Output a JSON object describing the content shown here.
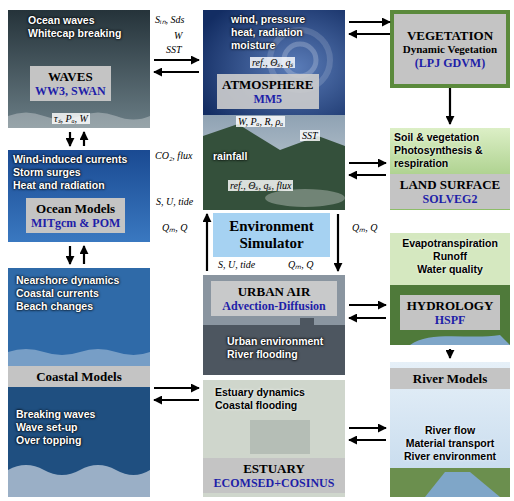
{
  "diagram": {
    "nodes": [
      {
        "text": [
          "Ocean waves",
          "Whitecap breaking"
        ]
      },
      {
        "text": [
          "WAVES",
          "WW3, SWAN"
        ],
        "in": 0
      },
      {
        "text": [
          "wind, pressure",
          "heat, radiation",
          "moisture",
          "rainfall"
        ]
      },
      {
        "text": [
          "ATMOSPHERE",
          "MM5"
        ],
        "in": 2
      },
      {
        "text": [
          "VEGETATION",
          "Dynamic Vegetation",
          "(LPJ GDVM)"
        ]
      },
      {
        "text": [
          "Wind-induced currents",
          "Storm surges",
          "Heat and radiation"
        ]
      },
      {
        "text": [
          "Ocean Models",
          "MITgcm & POM"
        ],
        "in": 5
      },
      {
        "text": [
          "Soil & vegetation",
          "Photosynthesis & respiration"
        ]
      },
      {
        "text": [
          "LAND SURFACE",
          "SOLVEG2"
        ],
        "in": 7
      },
      {
        "text": [
          "Environment Simulator"
        ]
      },
      {
        "text": [
          "Evapotranspiration",
          "Runoff",
          "Water quality"
        ]
      },
      {
        "text": [
          "HYDROLOGY",
          "HSPF"
        ],
        "in": 10
      },
      {
        "text": [
          "Nearshore dynamics",
          "Coastal currents",
          "Beach changes",
          "Breaking waves",
          "Wave set-up",
          "Over topping"
        ]
      },
      {
        "text": [
          "Coastal Models"
        ],
        "in": 12
      },
      {
        "text": [
          "Urban environment",
          "River flooding"
        ]
      },
      {
        "text": [
          "URBAN AIR",
          "Advection-Diffusion"
        ],
        "in": 14
      },
      {
        "text": [
          "River flow",
          "Material transport",
          "River environment"
        ]
      },
      {
        "text": [
          "River Models"
        ],
        "in": 16
      },
      {
        "text": [
          "Estuary dynamics",
          "Coastal flooding"
        ]
      },
      {
        "text": [
          "ESTUARY",
          "ECOMSED+COSINUS"
        ],
        "in": 18
      }
    ],
    "edges": [
      {
        "from": 0,
        "to": 2,
        "arrow": "to"
      },
      {
        "from": 2,
        "to": 0,
        "arrow": "to"
      },
      {
        "from": 2,
        "to": 4,
        "arrow": "to"
      },
      {
        "from": 4,
        "to": 2,
        "arrow": "to"
      },
      {
        "from": 4,
        "to": 7,
        "arrow": "to"
      },
      {
        "from": 2,
        "to": 7,
        "arrow": "to"
      },
      {
        "from": 7,
        "to": 2,
        "arrow": "to"
      },
      {
        "from": 0,
        "to": 5,
        "arrow": "to"
      },
      {
        "from": 5,
        "to": 0,
        "arrow": "to"
      },
      {
        "from": 5,
        "to": 12,
        "arrow": "to"
      },
      {
        "from": 12,
        "to": 5,
        "arrow": "to"
      },
      {
        "from": 14,
        "to": 2,
        "arrow": "to"
      },
      {
        "from": 2,
        "to": 14,
        "arrow": "to"
      },
      {
        "from": 14,
        "to": 10,
        "arrow": "to"
      },
      {
        "from": 10,
        "to": 14,
        "arrow": "to"
      },
      {
        "from": 10,
        "to": 16,
        "arrow": "to"
      },
      {
        "from": 12,
        "to": 18,
        "arrow": "to"
      },
      {
        "from": 18,
        "to": 12,
        "arrow": "to"
      },
      {
        "from": 18,
        "to": 16,
        "arrow": "to"
      },
      {
        "from": 16,
        "to": 18,
        "arrow": "to"
      }
    ],
    "labels": [
      "Sᵢₙ, Sds",
      "W",
      "SST",
      "τₛ, Pₐ, W",
      "ref., Θₛ, qₛ",
      "W, Pₐ, R, ρₐ",
      "SST",
      "CO₂, flux",
      "ref., Θₛ, qₛ, flux",
      "S, U, tide",
      "Qₘ, Q",
      "Qₘ, Q",
      "S, U, tide",
      "Qₘ, Q"
    ]
  }
}
